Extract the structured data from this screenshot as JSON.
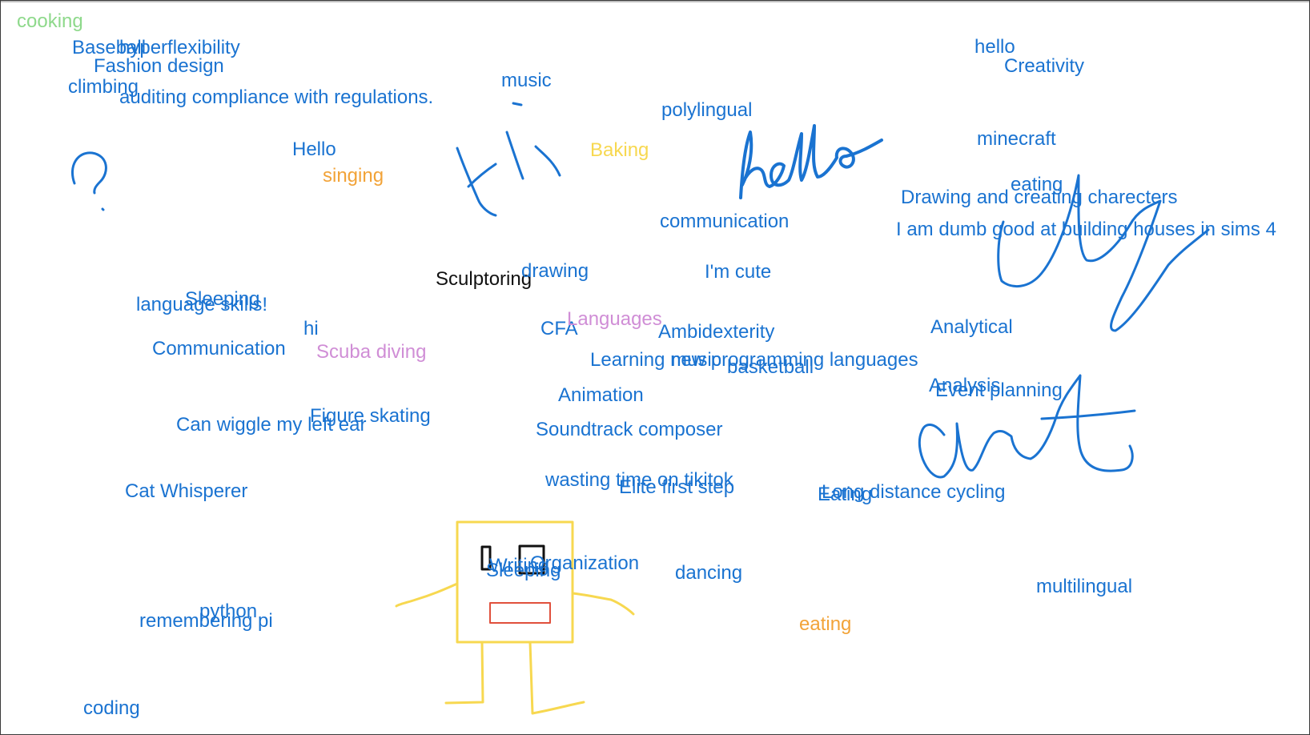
{
  "whiteboard": {
    "notes": {
      "cooking": "cooking",
      "baseball": "Baseball",
      "hyperflexibility": "hyperflexibility",
      "fashion_design": "Fashion design",
      "climbing": "climbing",
      "auditing": "auditing compliance with regulations.",
      "music": "music",
      "polylingual": "polylingual",
      "hello_top": "hello",
      "creativity": "Creativity",
      "hello_left": "Hello",
      "singing": "singing",
      "baking": "Baking",
      "minecraft": "minecraft",
      "eating_right": "eating",
      "drawing_characters": "Drawing and creating charecters",
      "communication_mid": "communication",
      "sims": "I am dumb good at building houses in sims 4",
      "sculptoring": "Sculptoring",
      "drawing": "drawing",
      "im_cute": "I'm cute",
      "sleeping_top": "Sleeping",
      "language_skills": "language skills!",
      "hi": "hi",
      "cfa": "CFA",
      "languages": "Languages",
      "ambidexterity": "Ambidexterity",
      "analytical": "Analytical",
      "communication_left": "Communication",
      "scuba": "Scuba diving",
      "learning_prog": "Learning new programming languages",
      "music2": "music",
      "basketball": "basketball",
      "animation": "Animation",
      "analysis": "Analysis",
      "event_planning": "Event planning",
      "figure_skating": "Figure skating",
      "wiggle_ear": "Can wiggle my left ear",
      "soundtrack": "Soundtrack composer",
      "cat_whisperer": "Cat Whisperer",
      "tiktok": "wasting time on tikitok",
      "elite": "Elite first step",
      "eating_mid": "Eating",
      "cycling": "Long distance cycling",
      "writing": "Writing",
      "sleeping_bottom": "Sleeping",
      "organization": "Organization",
      "dancing": "dancing",
      "multilingual": "multilingual",
      "python": "python",
      "remembering_pi": "remembering pi",
      "eating_orange": "eating",
      "coding": "coding"
    },
    "ink_colors": {
      "blue": "#1a73d1",
      "yellow": "#f7d850",
      "red": "#e0503c",
      "black": "#111111"
    }
  }
}
